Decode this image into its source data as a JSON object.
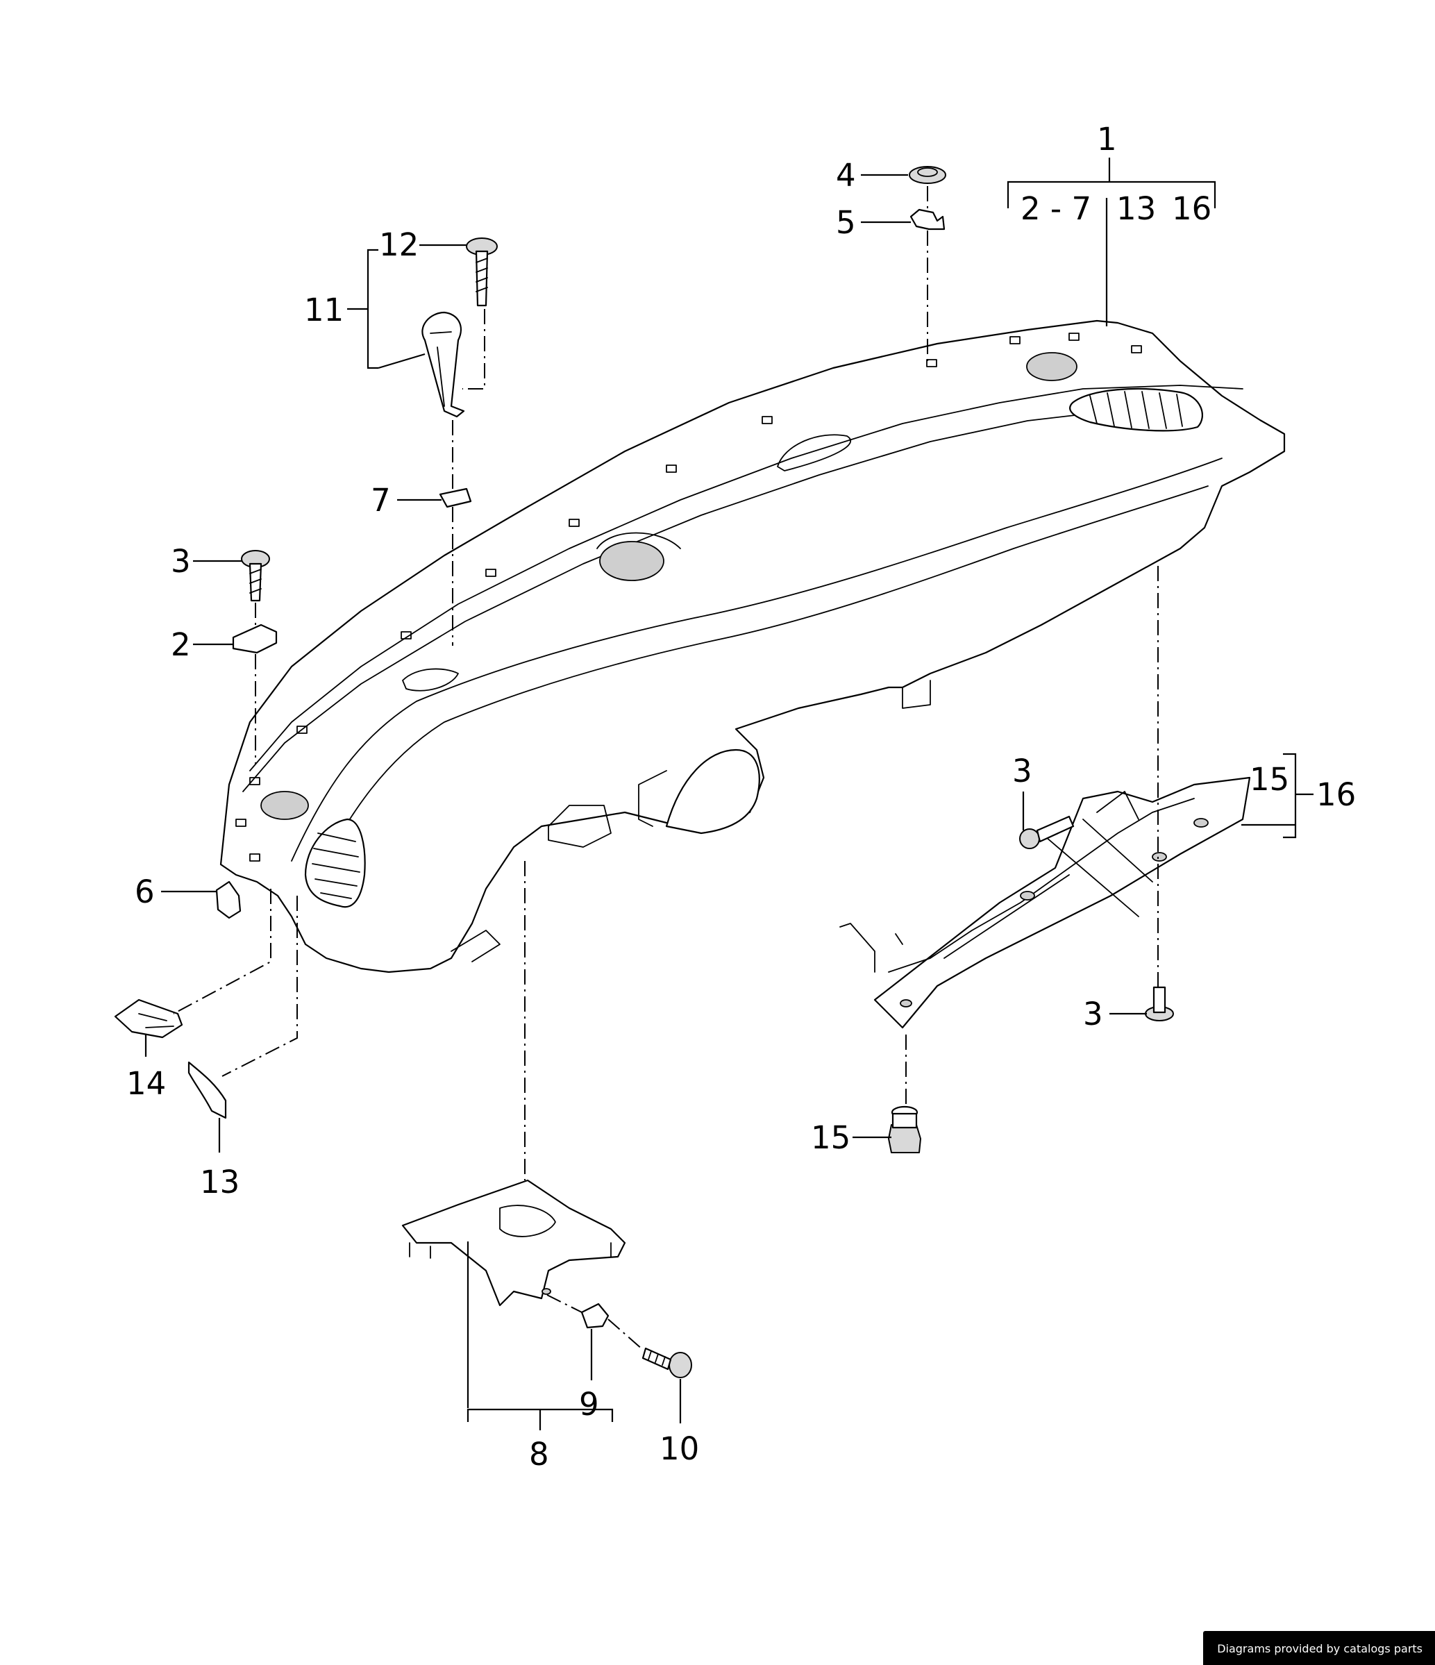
{
  "diagram": {
    "callouts": {
      "c1": "1",
      "c1_group": "2 - 7",
      "c1_13": "13",
      "c1_16": "16",
      "c2": "2",
      "c3_top": "3",
      "c3_bracket": "3",
      "c3_bottom": "3",
      "c4": "4",
      "c5": "5",
      "c6": "6",
      "c7": "7",
      "c8": "8",
      "c9": "9",
      "c10": "10",
      "c11": "11",
      "c12": "12",
      "c13": "13",
      "c14": "14",
      "c15_top": "15",
      "c15_bottom": "15",
      "c16": "16"
    }
  },
  "footer": {
    "credit": "Diagrams provided by catalogs parts"
  }
}
